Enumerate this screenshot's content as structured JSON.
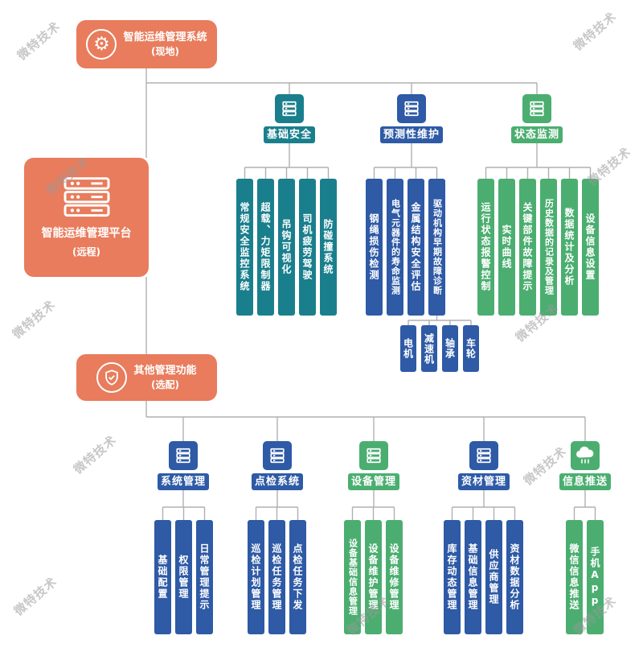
{
  "watermark": {
    "text": "微特技术"
  },
  "colors": {
    "orange": "#E87C5C",
    "teal": "#1A7F8D",
    "blue": "#2E5AA6",
    "green": "#4BAE70",
    "line": "#B0B0B0"
  },
  "nodes": {
    "system": {
      "title": "智能运维管理系统",
      "subtitle": "(现地)"
    },
    "platform": {
      "title": "智能运维管理平台",
      "subtitle": "(远程)"
    },
    "other": {
      "title": "其他管理功能",
      "subtitle": "(选配)"
    }
  },
  "groups": {
    "safety": {
      "label": "基础安全",
      "children": [
        "常规安全监控系统",
        "超载、力矩限制器",
        "吊钩可视化",
        "司机疲劳驾驶",
        "防碰撞系统"
      ]
    },
    "predictive": {
      "label": "预测性维护",
      "children": [
        "钢绳损伤检测",
        "电气元器件的寿命监测",
        "金属结构安全评估",
        "驱动机构早期故障诊断"
      ],
      "drive_parts": [
        "电机",
        "减速机",
        "轴承",
        "车轮"
      ]
    },
    "condition": {
      "label": "状态监测",
      "children": [
        "运行状态报警控制",
        "实时曲线",
        "关键部件故障提示",
        "历史数据的记录及管理",
        "数据统计及分析",
        "设备信息设置"
      ]
    },
    "system_mgmt": {
      "label": "系统管理",
      "children": [
        "基础配置",
        "权限管理",
        "日常管理提示"
      ]
    },
    "inspection": {
      "label": "点检系统",
      "children": [
        "巡检计划管理",
        "巡检任务管理",
        "点检任务下发"
      ]
    },
    "equipment": {
      "label": "设备管理",
      "children": [
        "设备基础信息管理",
        "设备维护管理",
        "设备维修管理"
      ]
    },
    "material": {
      "label": "资材管理",
      "children": [
        "库存动态管理",
        "基础信息管理",
        "供应商管理",
        "资材数据分析"
      ]
    },
    "push": {
      "label": "信息推送",
      "children": [
        "微信信息推送",
        "手机App"
      ]
    }
  }
}
